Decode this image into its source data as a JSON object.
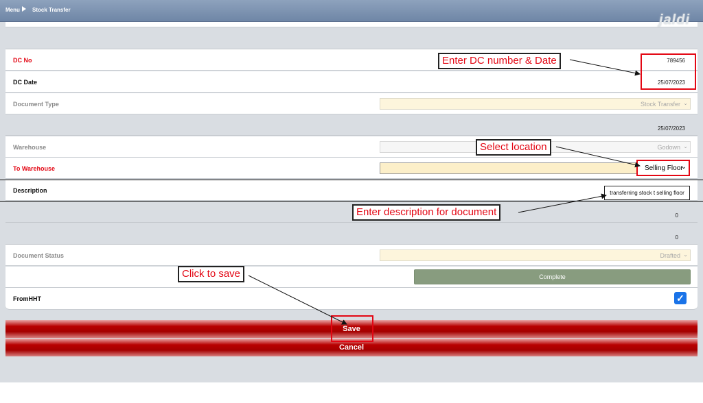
{
  "header": {
    "menu_label": "Menu",
    "separator_icon": "triangle-right-icon",
    "page_title": "Stock Transfer"
  },
  "logo_text": "jaldi",
  "form": {
    "dc_no": {
      "label": "DC No",
      "value": "789456"
    },
    "dc_date": {
      "label": "DC Date",
      "value": "25/07/2023"
    },
    "document_type": {
      "label": "Document Type",
      "value": "Stock Transfer"
    },
    "date_readonly": "25/07/2023",
    "warehouse": {
      "label": "Warehouse",
      "value": "Godown"
    },
    "to_warehouse": {
      "label": "To Warehouse",
      "value": "Selling Floor"
    },
    "description": {
      "label": "Description",
      "value": "transferring stock t selling floor"
    },
    "count_1": "0",
    "count_2": "0",
    "document_status": {
      "label": "Document Status",
      "value": "Drafted"
    },
    "complete_label": "Complete",
    "from_hht": {
      "label": "FromHHT",
      "checked": true
    }
  },
  "buttons": {
    "save": "Save",
    "cancel": "Cancel"
  },
  "annotations": {
    "dc_note": "Enter DC number & Date",
    "location_note": "Select location",
    "description_note": "Enter description for document",
    "save_note": "Click to save"
  },
  "colors": {
    "header": "#7a8fae",
    "required_label": "#e30613",
    "complete_button": "#889c7f",
    "action_button": "#b30000",
    "checkbox": "#1a73e8",
    "annotation_text": "#e30613"
  }
}
